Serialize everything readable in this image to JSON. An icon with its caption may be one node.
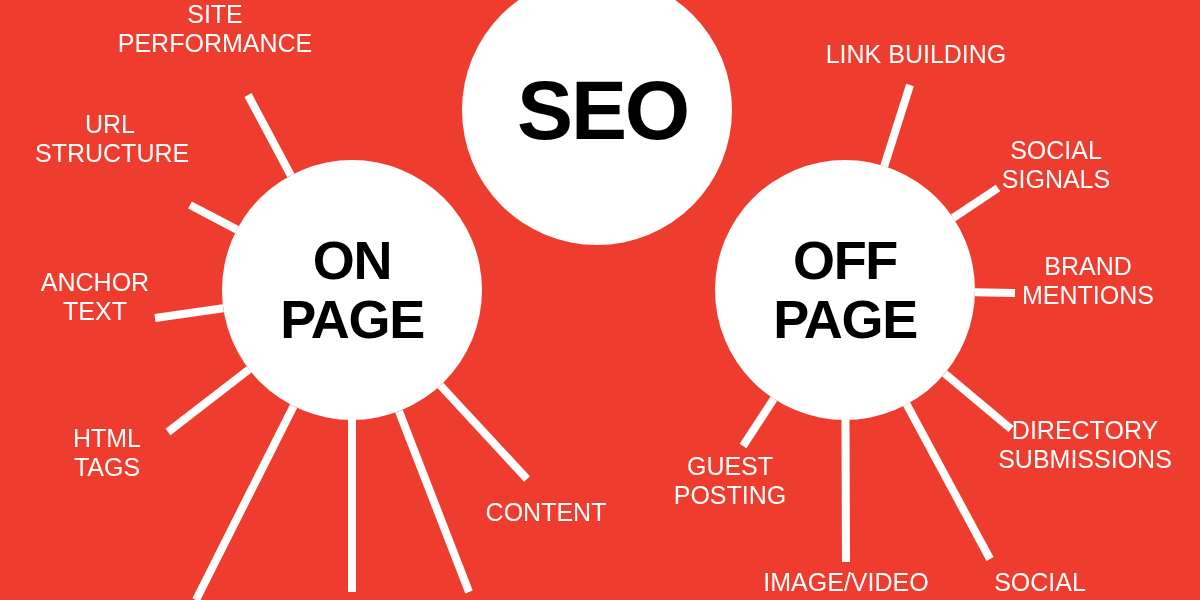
{
  "diagram": {
    "nodes": [
      {
        "text": [
          "SEO"
        ]
      },
      {
        "text": [
          "ON PAGE"
        ]
      },
      {
        "text": [
          "OFF PAGE"
        ]
      },
      {
        "text": [
          "SITE PERFORMANCE"
        ]
      },
      {
        "text": [
          "URL STRUCTURE"
        ]
      },
      {
        "text": [
          "ANCHOR TEXT"
        ]
      },
      {
        "text": [
          "HTML TAGS"
        ]
      },
      {
        "text": [
          "CONTENT"
        ]
      },
      {
        "text": [
          "LINK BUILDING"
        ]
      },
      {
        "text": [
          "SOCIAL SIGNALS"
        ]
      },
      {
        "text": [
          "BRAND MENTIONS"
        ]
      },
      {
        "text": [
          "DIRECTORY SUBMISSIONS"
        ]
      },
      {
        "text": [
          "GUEST POSTING"
        ]
      },
      {
        "text": [
          "IMAGE/VIDEO"
        ]
      },
      {
        "text": [
          "SOCIAL"
        ]
      }
    ],
    "edges": [
      {
        "from": 1,
        "to": 3,
        "arrow": "none"
      },
      {
        "from": 1,
        "to": 4,
        "arrow": "none"
      },
      {
        "from": 1,
        "to": 5,
        "arrow": "none"
      },
      {
        "from": 1,
        "to": 6,
        "arrow": "none"
      },
      {
        "from": 1,
        "to": null,
        "arrow": "none"
      },
      {
        "from": 1,
        "to": null,
        "arrow": "none"
      },
      {
        "from": 1,
        "to": null,
        "arrow": "none"
      },
      {
        "from": 1,
        "to": 7,
        "arrow": "none"
      },
      {
        "from": 2,
        "to": 8,
        "arrow": "none"
      },
      {
        "from": 2,
        "to": 9,
        "arrow": "none"
      },
      {
        "from": 2,
        "to": 10,
        "arrow": "none"
      },
      {
        "from": 2,
        "to": 11,
        "arrow": "none"
      },
      {
        "from": 2,
        "to": 12,
        "arrow": "none"
      },
      {
        "from": 2,
        "to": 13,
        "arrow": "none"
      },
      {
        "from": 2,
        "to": 14,
        "arrow": "none"
      }
    ]
  }
}
